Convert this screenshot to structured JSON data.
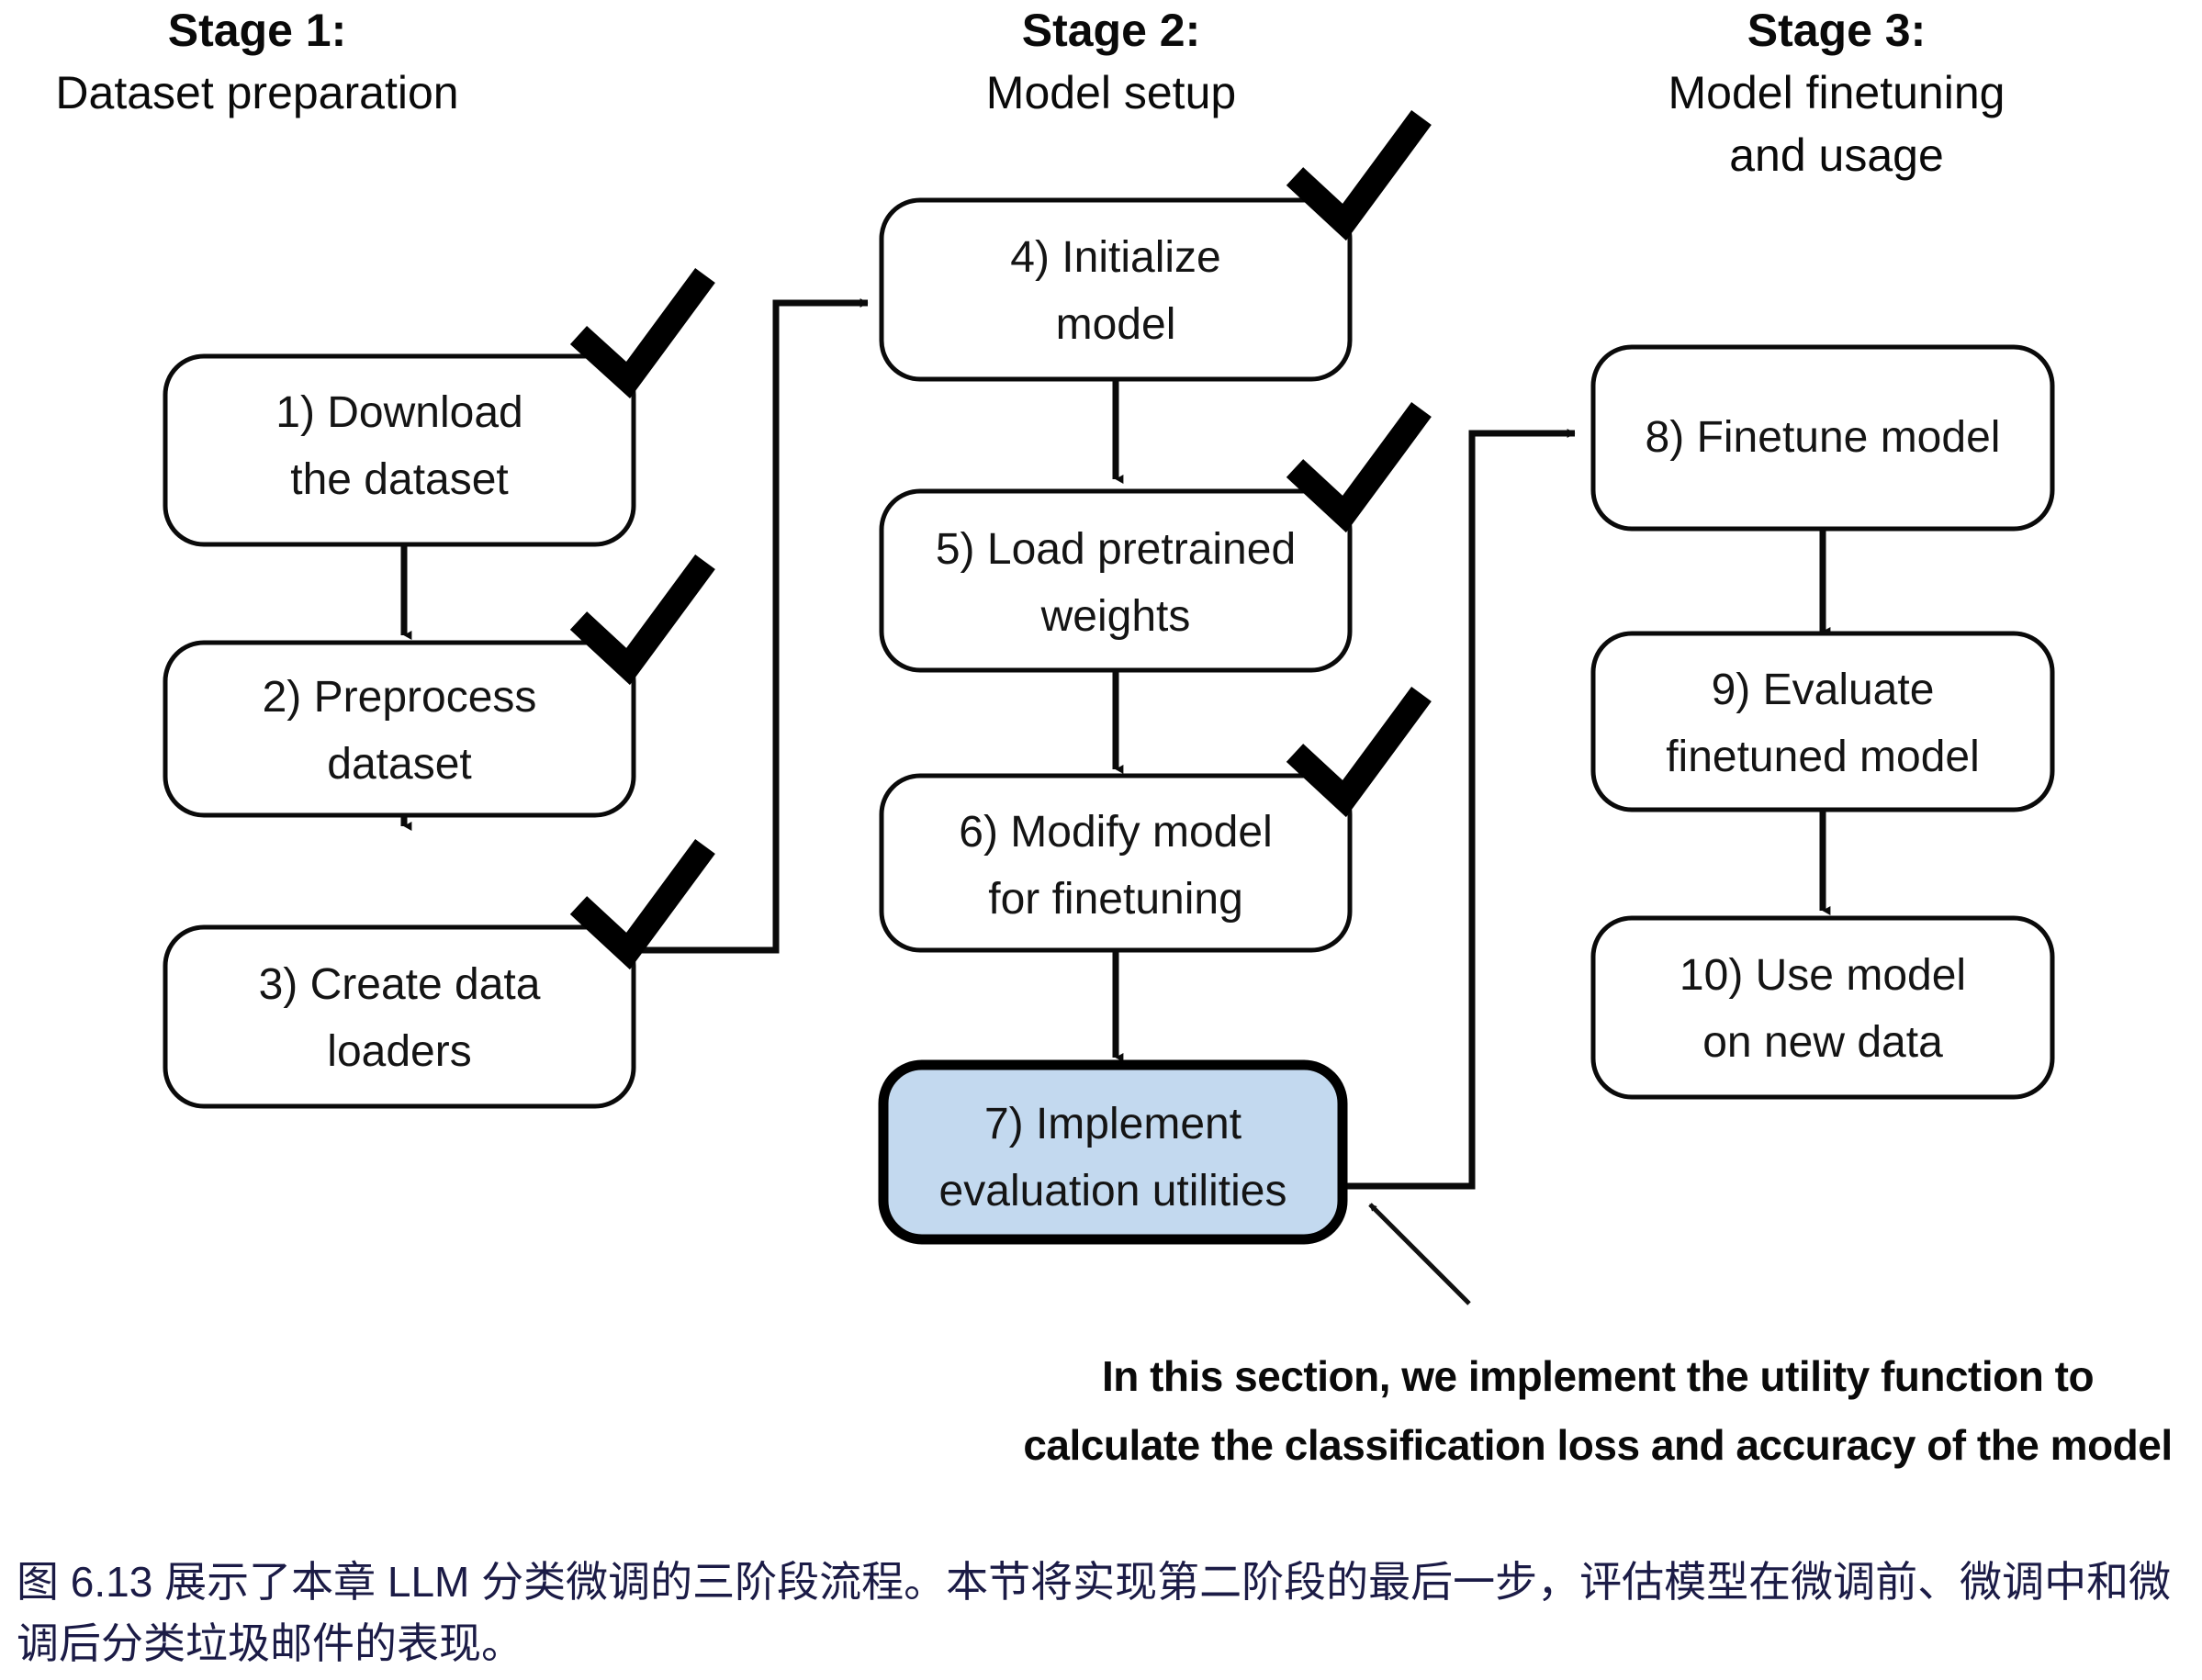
{
  "figure": {
    "stages": [
      {
        "id": "stage-1",
        "title": "Stage 1:",
        "subtitle": "Dataset preparation"
      },
      {
        "id": "stage-2",
        "title": "Stage 2:",
        "subtitle": "Model setup"
      },
      {
        "id": "stage-3",
        "title": "Stage 3:",
        "subtitle_line1": "Model finetuning",
        "subtitle_line2": "and usage"
      }
    ],
    "nodes": [
      {
        "id": "node-1",
        "line1": "1) Download",
        "line2": "the dataset",
        "checked": true,
        "highlight": false
      },
      {
        "id": "node-2",
        "line1": "2) Preprocess",
        "line2": "dataset",
        "checked": true,
        "highlight": false
      },
      {
        "id": "node-3",
        "line1": "3) Create data",
        "line2": "loaders",
        "checked": true,
        "highlight": false
      },
      {
        "id": "node-4",
        "line1": "4) Initialize",
        "line2": "model",
        "checked": true,
        "highlight": false
      },
      {
        "id": "node-5",
        "line1": "5) Load pretrained",
        "line2": "weights",
        "checked": true,
        "highlight": false
      },
      {
        "id": "node-6",
        "line1": "6) Modify model",
        "line2": "for finetuning",
        "checked": true,
        "highlight": false
      },
      {
        "id": "node-7",
        "line1": "7) Implement",
        "line2": "evaluation utilities",
        "checked": false,
        "highlight": true
      },
      {
        "id": "node-8",
        "line1": "8) Finetune model",
        "line2": "",
        "checked": false,
        "highlight": false
      },
      {
        "id": "node-9",
        "line1": "9) Evaluate",
        "line2": "finetuned model",
        "checked": false,
        "highlight": false
      },
      {
        "id": "node-10",
        "line1": "10) Use model",
        "line2": "on new data",
        "checked": false,
        "highlight": false
      }
    ],
    "callout": {
      "line1": "In this section, we implement the utility function to",
      "line2": "calculate the classification loss and accuracy of the model"
    },
    "caption": "图 6.13 展示了本章 LLM 分类微调的三阶段流程。本节将实现第二阶段的最后一步，评估模型在微调前、微调中和微调后分类垃圾邮件的表现。",
    "colors": {
      "highlight_fill": "#c3d9ef",
      "stroke": "#0a0a0a",
      "caption_text": "#1b1b46"
    }
  }
}
